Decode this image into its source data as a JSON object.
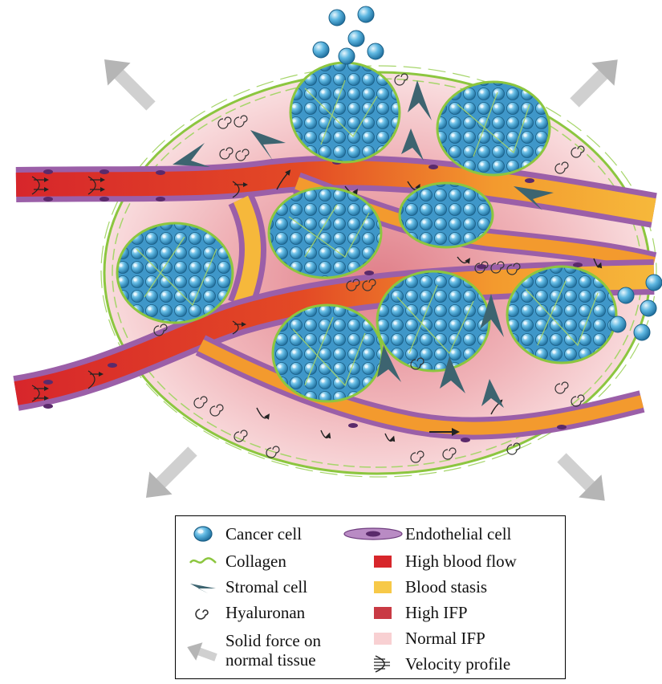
{
  "legend": {
    "items": [
      {
        "id": "cancer-cell",
        "label": "Cancer cell",
        "icon": "cancer-cell-icon",
        "color": "#4aa8d8"
      },
      {
        "id": "collagen",
        "label": "Collagen",
        "icon": "collagen-icon",
        "color": "#8cc63f"
      },
      {
        "id": "stromal-cell",
        "label": "Stromal cell",
        "icon": "stromal-cell-icon",
        "color": "#3d6470"
      },
      {
        "id": "hyaluronan",
        "label": "Hyaluronan",
        "icon": "hyaluronan-icon",
        "color": "#333333"
      },
      {
        "id": "solid-force",
        "label": "Solid force on normal tissue",
        "icon": "arrow-icon",
        "color": "#bdbdbd"
      },
      {
        "id": "endothelial-cell",
        "label": "Endothelial cell",
        "icon": "endothelial-cell-icon",
        "color": "#9b5fa8"
      },
      {
        "id": "high-blood-flow",
        "label": "High blood flow",
        "icon": "swatch-icon",
        "color": "#d7262b"
      },
      {
        "id": "blood-stasis",
        "label": "Blood stasis",
        "icon": "swatch-icon",
        "color": "#f7c948"
      },
      {
        "id": "high-ifp",
        "label": "High IFP",
        "icon": "swatch-icon",
        "color": "#c93a44"
      },
      {
        "id": "normal-ifp",
        "label": "Normal IFP",
        "icon": "swatch-icon",
        "color": "#f8d0d2"
      },
      {
        "id": "velocity-profile",
        "label": "Velocity profile",
        "icon": "velocity-profile-icon",
        "color": "#222222"
      }
    ]
  },
  "colors": {
    "tumor_boundary": "#8cc63f",
    "tumor_interior": "#f4c9cb",
    "tumor_core": "#e48e96",
    "vessel_high_flow": "#d7262b",
    "vessel_stasis": "#f29a2e",
    "vessel_wall": "#9b5fa8",
    "cell_fill": "#4aa8d8",
    "force_arrow": "#bdbdbd"
  }
}
